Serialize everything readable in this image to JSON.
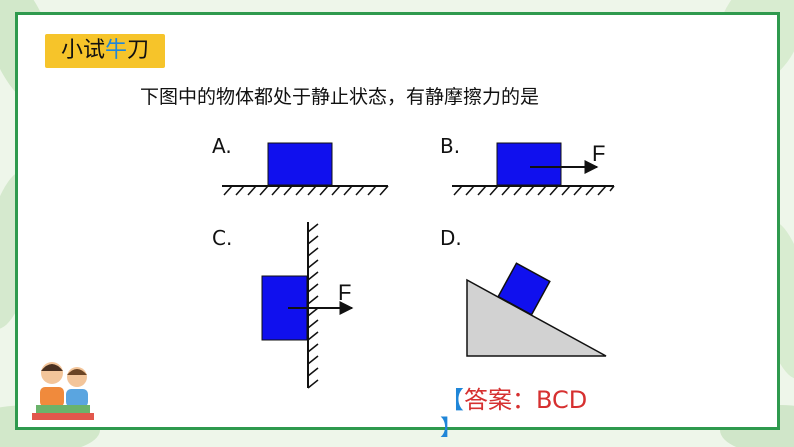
{
  "badge": {
    "part1": "小试",
    "part2": "牛",
    "part3": "刀"
  },
  "question": "下图中的物体都处于静止状态，有静摩擦力的是",
  "options": {
    "a": {
      "label": "A."
    },
    "b": {
      "label": "B.",
      "force": "F"
    },
    "c": {
      "label": "C.",
      "force": "F"
    },
    "d": {
      "label": "D."
    }
  },
  "answer": {
    "open": "【",
    "text": "答案：BCD",
    "close": "】"
  },
  "colors": {
    "block": "#1010ee",
    "frame": "#2f9a4e",
    "badge": "#f6c42a",
    "answer": "#d63030"
  }
}
